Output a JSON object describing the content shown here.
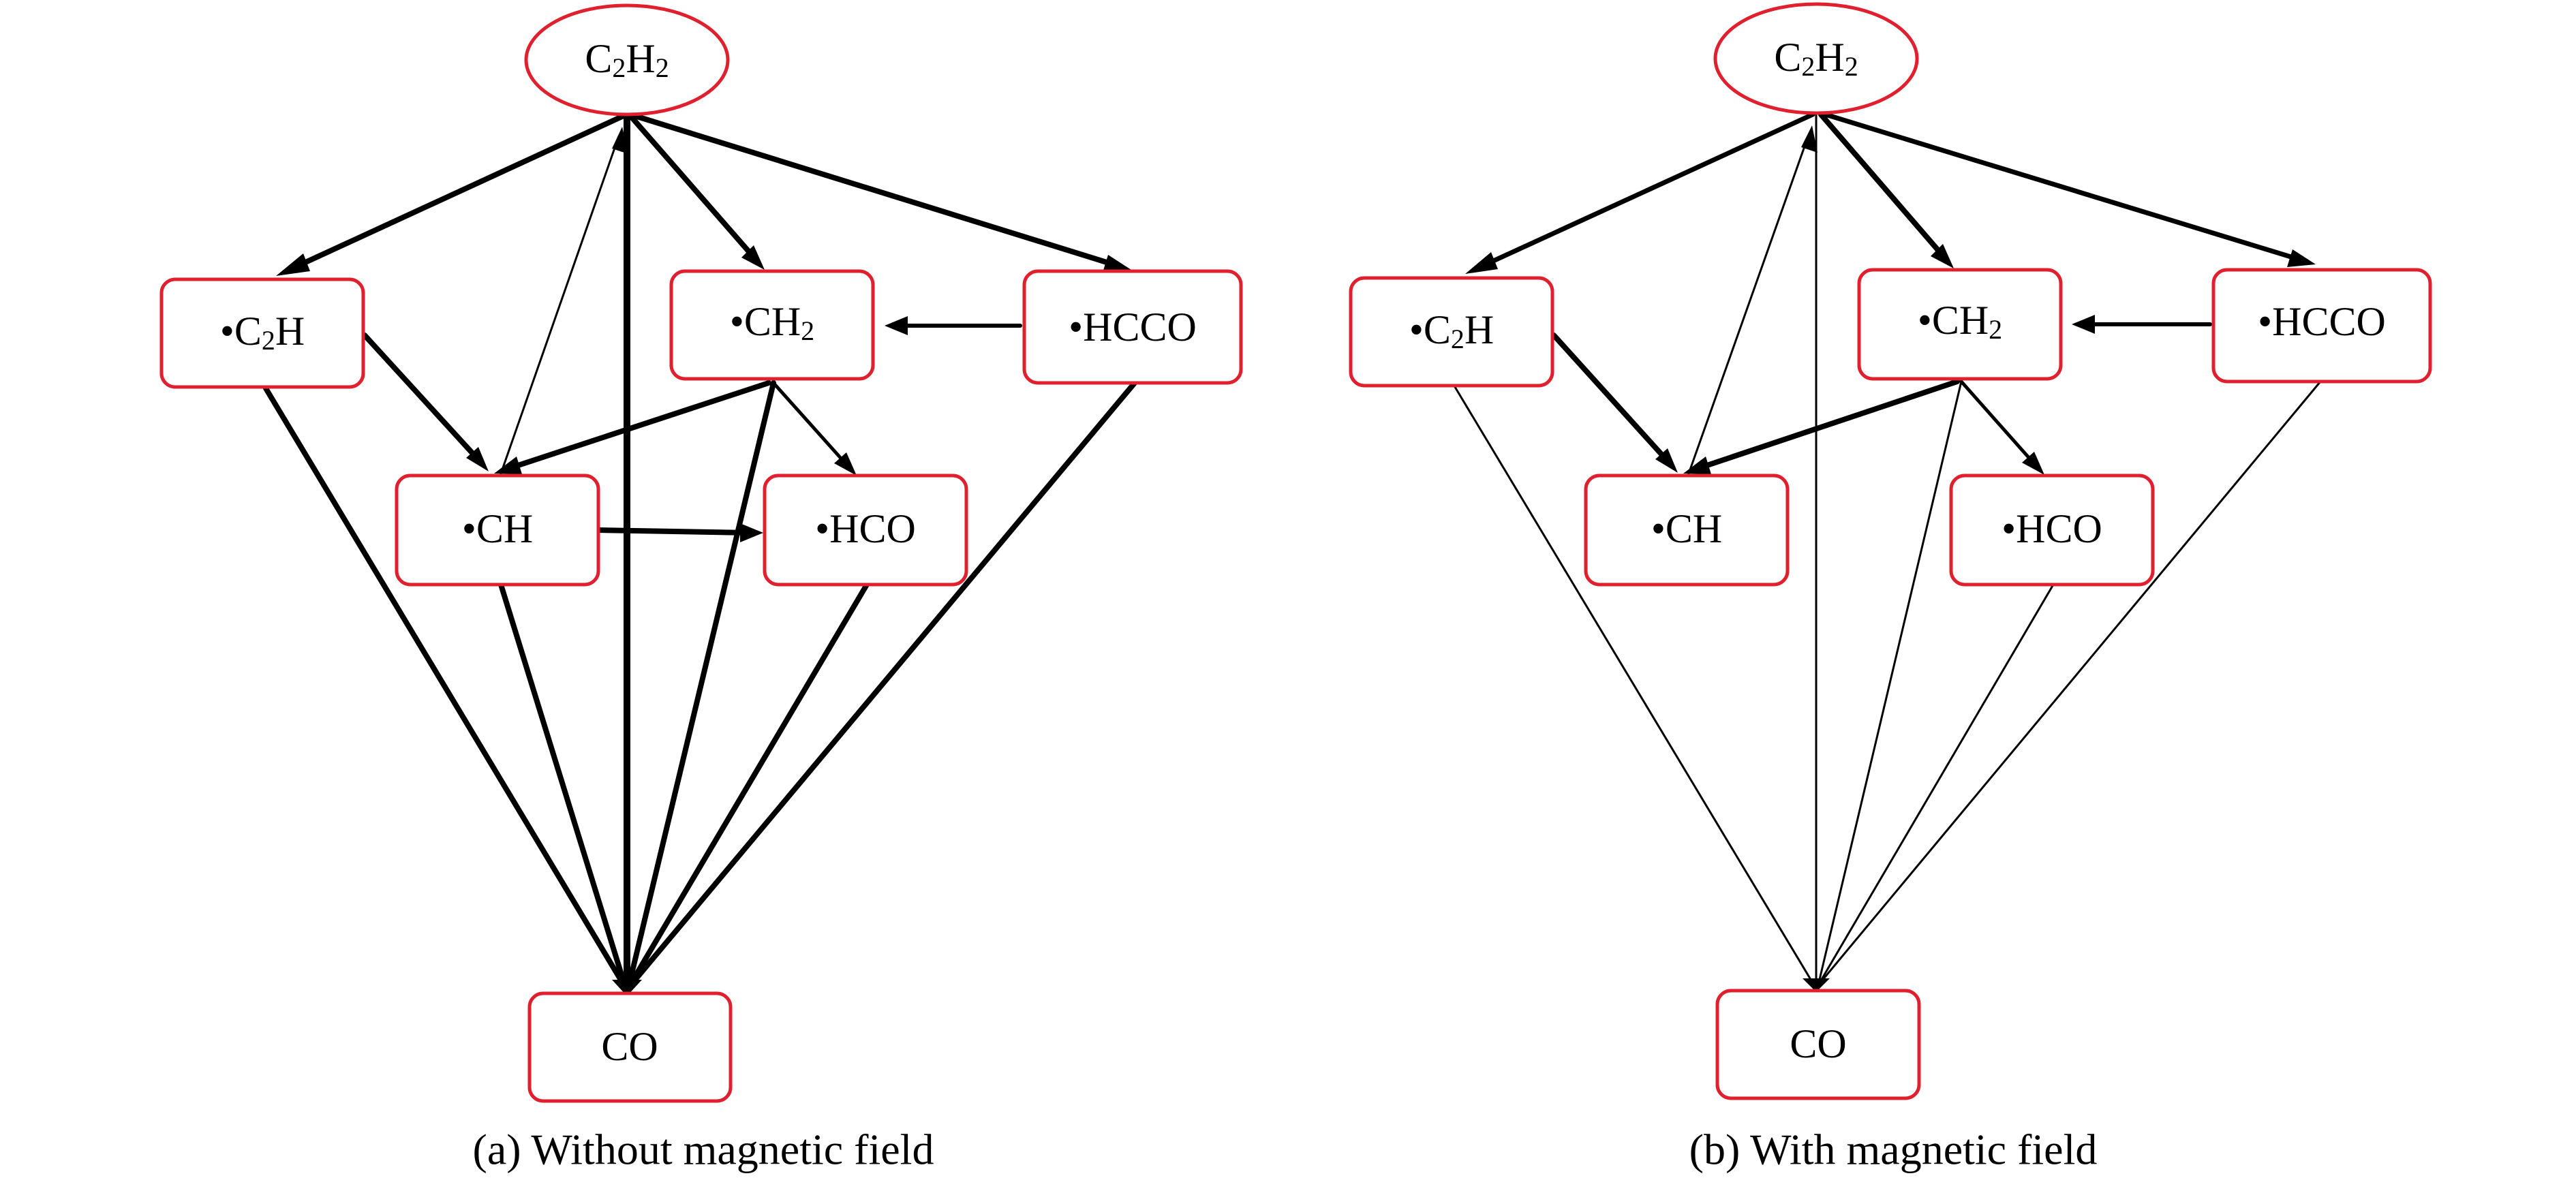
{
  "nodes": {
    "c2h2": {
      "main": "C",
      "sub1": "2",
      "main2": "H",
      "sub2": "2"
    },
    "c2h": {
      "prefix": "•C",
      "sub": "2",
      "suffix": "H"
    },
    "ch2": {
      "prefix": "•CH",
      "sub": "2"
    },
    "hcco": {
      "label": "•HCCO"
    },
    "ch": {
      "label": "•CH"
    },
    "hco": {
      "label": "•HCO"
    },
    "co": {
      "label": "CO"
    }
  },
  "panels": [
    {
      "caption": "(a) Without magnetic field"
    },
    {
      "caption": "(b) With magnetic field"
    }
  ],
  "colors": {
    "node_border": "#e0202e",
    "edge": "#000000"
  }
}
